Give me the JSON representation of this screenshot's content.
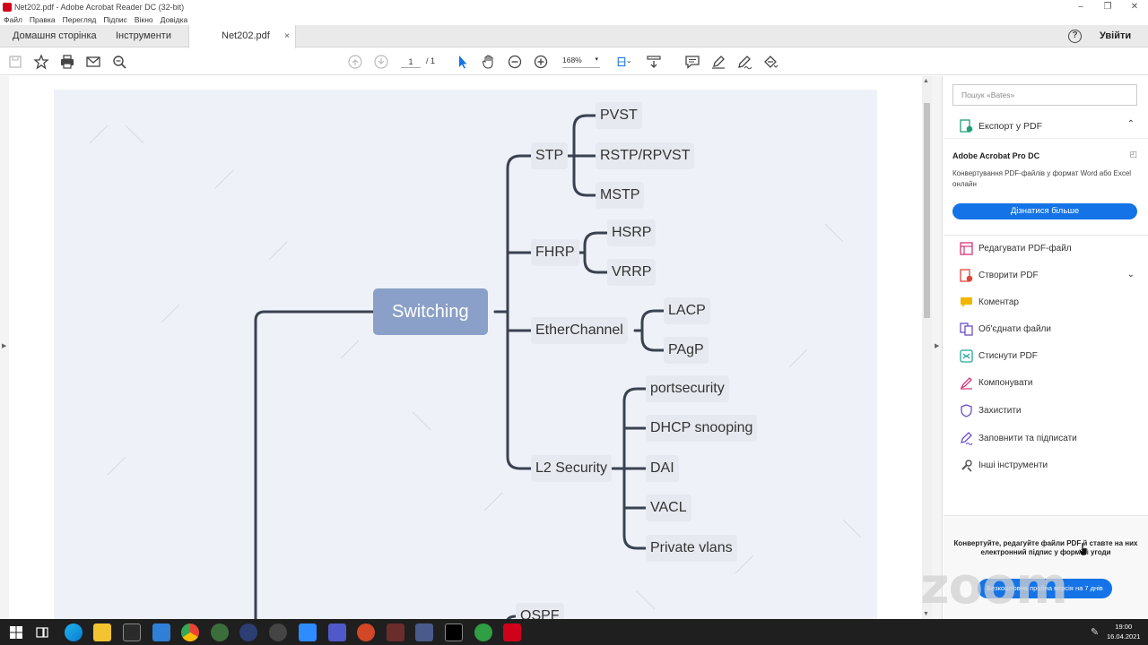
{
  "window": {
    "title": "Net202.pdf - Adobe Acrobat Reader DC (32-bit)",
    "controls": [
      "–",
      "❐",
      "✕"
    ]
  },
  "menu": [
    "Файл",
    "Правка",
    "Перегляд",
    "Підпис",
    "Вікно",
    "Довідка"
  ],
  "tabs": {
    "home": "Домашня сторінка",
    "tools": "Інструменти",
    "doc": "Net202.pdf",
    "close": "×"
  },
  "header": {
    "help": "?",
    "signin": "Увійти"
  },
  "toolbar": {
    "page_current": "1",
    "page_total": "/ 1",
    "zoom": "168%",
    "zoom_caret": "▾"
  },
  "mindmap": {
    "root": "Switching",
    "branches": {
      "stp": "STP",
      "fhrp": "FHRP",
      "etherchannel": "EtherChannel",
      "l2security": "L2 Security",
      "ospf": "OSPF"
    },
    "stp_children": [
      "PVST",
      "RSTP/RPVST",
      "MSTP"
    ],
    "fhrp_children": [
      "HSRP",
      "VRRP"
    ],
    "etherchannel_children": [
      "LACP",
      "PAgP"
    ],
    "l2security_children": [
      "portsecurity",
      "DHCP snooping",
      "DAI",
      "VACL",
      "Private vlans"
    ]
  },
  "rightpane": {
    "search_placeholder": "Пошук «Bates»",
    "export_label": "Експорт у PDF",
    "promo_title": "Adobe Acrobat Pro DC",
    "promo_desc": "Конвертування PDF-файлів у формат Word або Excel онлайн",
    "learn_more": "Дізнатися більше",
    "tools": [
      {
        "label": "Редагувати PDF-файл",
        "icon": "edit-pdf-icon",
        "color": "#d6357a"
      },
      {
        "label": "Створити PDF",
        "icon": "create-pdf-icon",
        "color": "#e0453a"
      },
      {
        "label": "Коментар",
        "icon": "comment-icon",
        "color": "#f2b600"
      },
      {
        "label": "Об'єднати файли",
        "icon": "combine-files-icon",
        "color": "#6e4dc8"
      },
      {
        "label": "Стиснути PDF",
        "icon": "compress-pdf-icon",
        "color": "#1fa7a0"
      },
      {
        "label": "Компонувати",
        "icon": "organize-icon",
        "color": "#d6357a"
      },
      {
        "label": "Захистити",
        "icon": "protect-icon",
        "color": "#6e4dc8"
      },
      {
        "label": "Заповнити та підписати",
        "icon": "fill-sign-icon",
        "color": "#6e4dc8"
      },
      {
        "label": "Інші інструменти",
        "icon": "more-tools-icon",
        "color": "#555555"
      }
    ],
    "bottom_promo": "Конвертуйте, редагуйте файли PDF й ставте на них електронний підпис у формі й угоди",
    "trial_button": "Безкоштовна пробна версія на 7 днів"
  },
  "watermark": "zoom",
  "taskbar": {
    "time": "19:00",
    "date": "16.04.2021"
  }
}
